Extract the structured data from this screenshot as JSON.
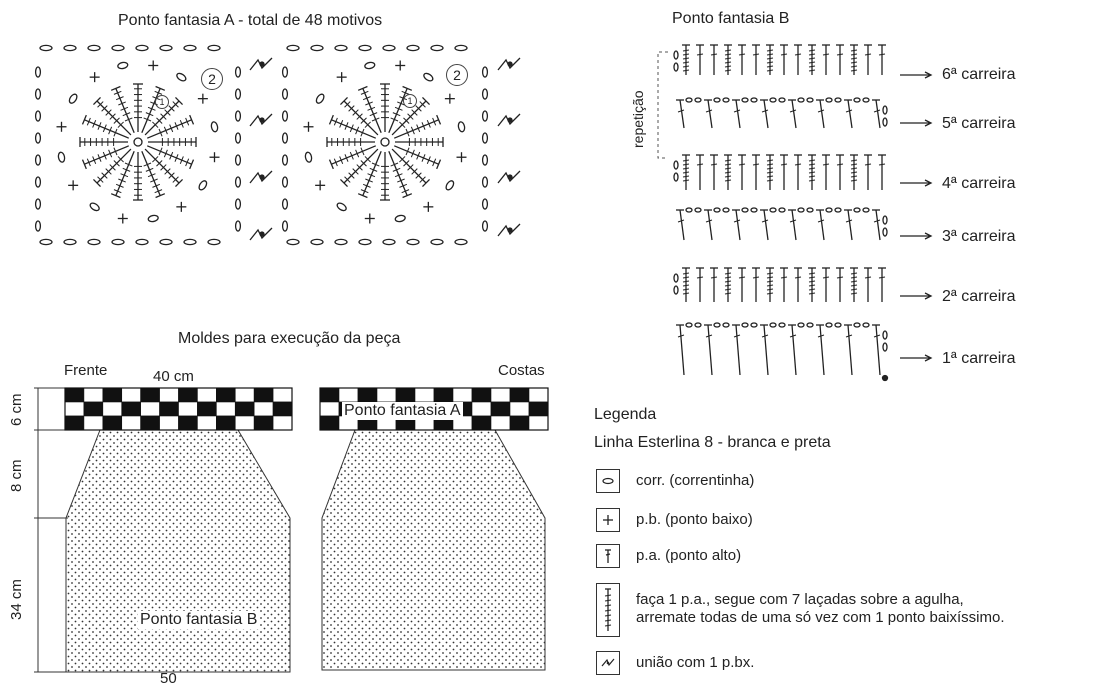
{
  "pattern_a": {
    "title": "Ponto fantasia  A - total de 48 motivos",
    "round_1": "1",
    "round_2": "2"
  },
  "pattern_b": {
    "title": "Ponto fantasia  B",
    "repeat_label": "repetição",
    "rows": [
      "6ª carreira",
      "5ª carreira",
      "4ª carreira",
      "3ª carreira",
      "2ª carreira",
      "1ª carreira"
    ]
  },
  "molds": {
    "title": "Moldes para execução da peça",
    "front_label": "Frente",
    "back_label": "Costas",
    "top_width": "40 cm",
    "bottom_width": "50",
    "dim_1": "6 cm",
    "dim_2": "8 cm",
    "dim_3": "34 cm",
    "band_label": "Ponto fantasia A",
    "body_label": "Ponto fantasia B"
  },
  "legend": {
    "title": "Legenda",
    "yarn": "Linha Esterlina 8 - branca e preta",
    "items": [
      {
        "icon": "chain-stitch-icon",
        "text": "corr. (correntinha)"
      },
      {
        "icon": "single-crochet-icon",
        "text": "p.b. (ponto baixo)"
      },
      {
        "icon": "double-crochet-icon",
        "text": "p.a. (ponto alto)"
      },
      {
        "icon": "long-stitch-icon",
        "text": "faça 1 p.a., segue com 7 laçadas sobre a agulha,",
        "text2": "arremate todas de uma só vez com 1 ponto baixíssimo."
      },
      {
        "icon": "join-icon",
        "text": "união com 1 p.bx."
      }
    ]
  }
}
